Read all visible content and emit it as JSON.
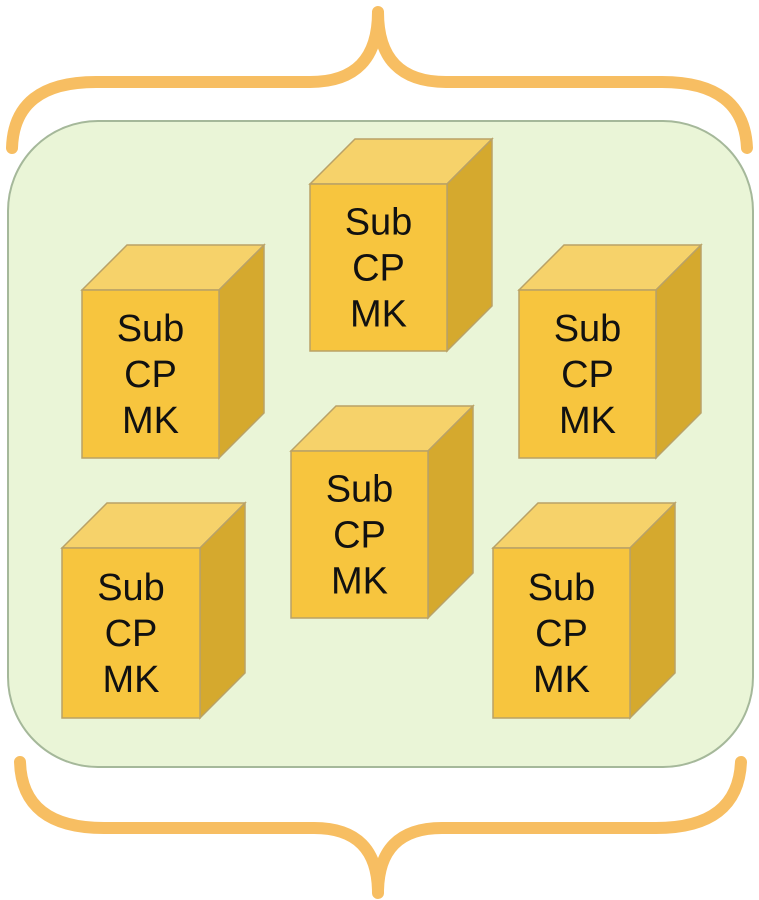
{
  "colors": {
    "brace": "#F7BE62",
    "container_fill": "#EAF5D7",
    "container_stroke": "#A5B89A",
    "cube_front": "#F7C53E",
    "cube_top": "#F6D26A",
    "cube_side": "#D5A92E",
    "cube_edge": "#B9A267"
  },
  "cubes": [
    {
      "id": "top-center",
      "lines": [
        "Sub",
        "CP",
        "MK"
      ]
    },
    {
      "id": "upper-left",
      "lines": [
        "Sub",
        "CP",
        "MK"
      ]
    },
    {
      "id": "upper-right",
      "lines": [
        "Sub",
        "CP",
        "MK"
      ]
    },
    {
      "id": "center",
      "lines": [
        "Sub",
        "CP",
        "MK"
      ]
    },
    {
      "id": "lower-left",
      "lines": [
        "Sub",
        "CP",
        "MK"
      ]
    },
    {
      "id": "lower-right",
      "lines": [
        "Sub",
        "CP",
        "MK"
      ]
    }
  ]
}
